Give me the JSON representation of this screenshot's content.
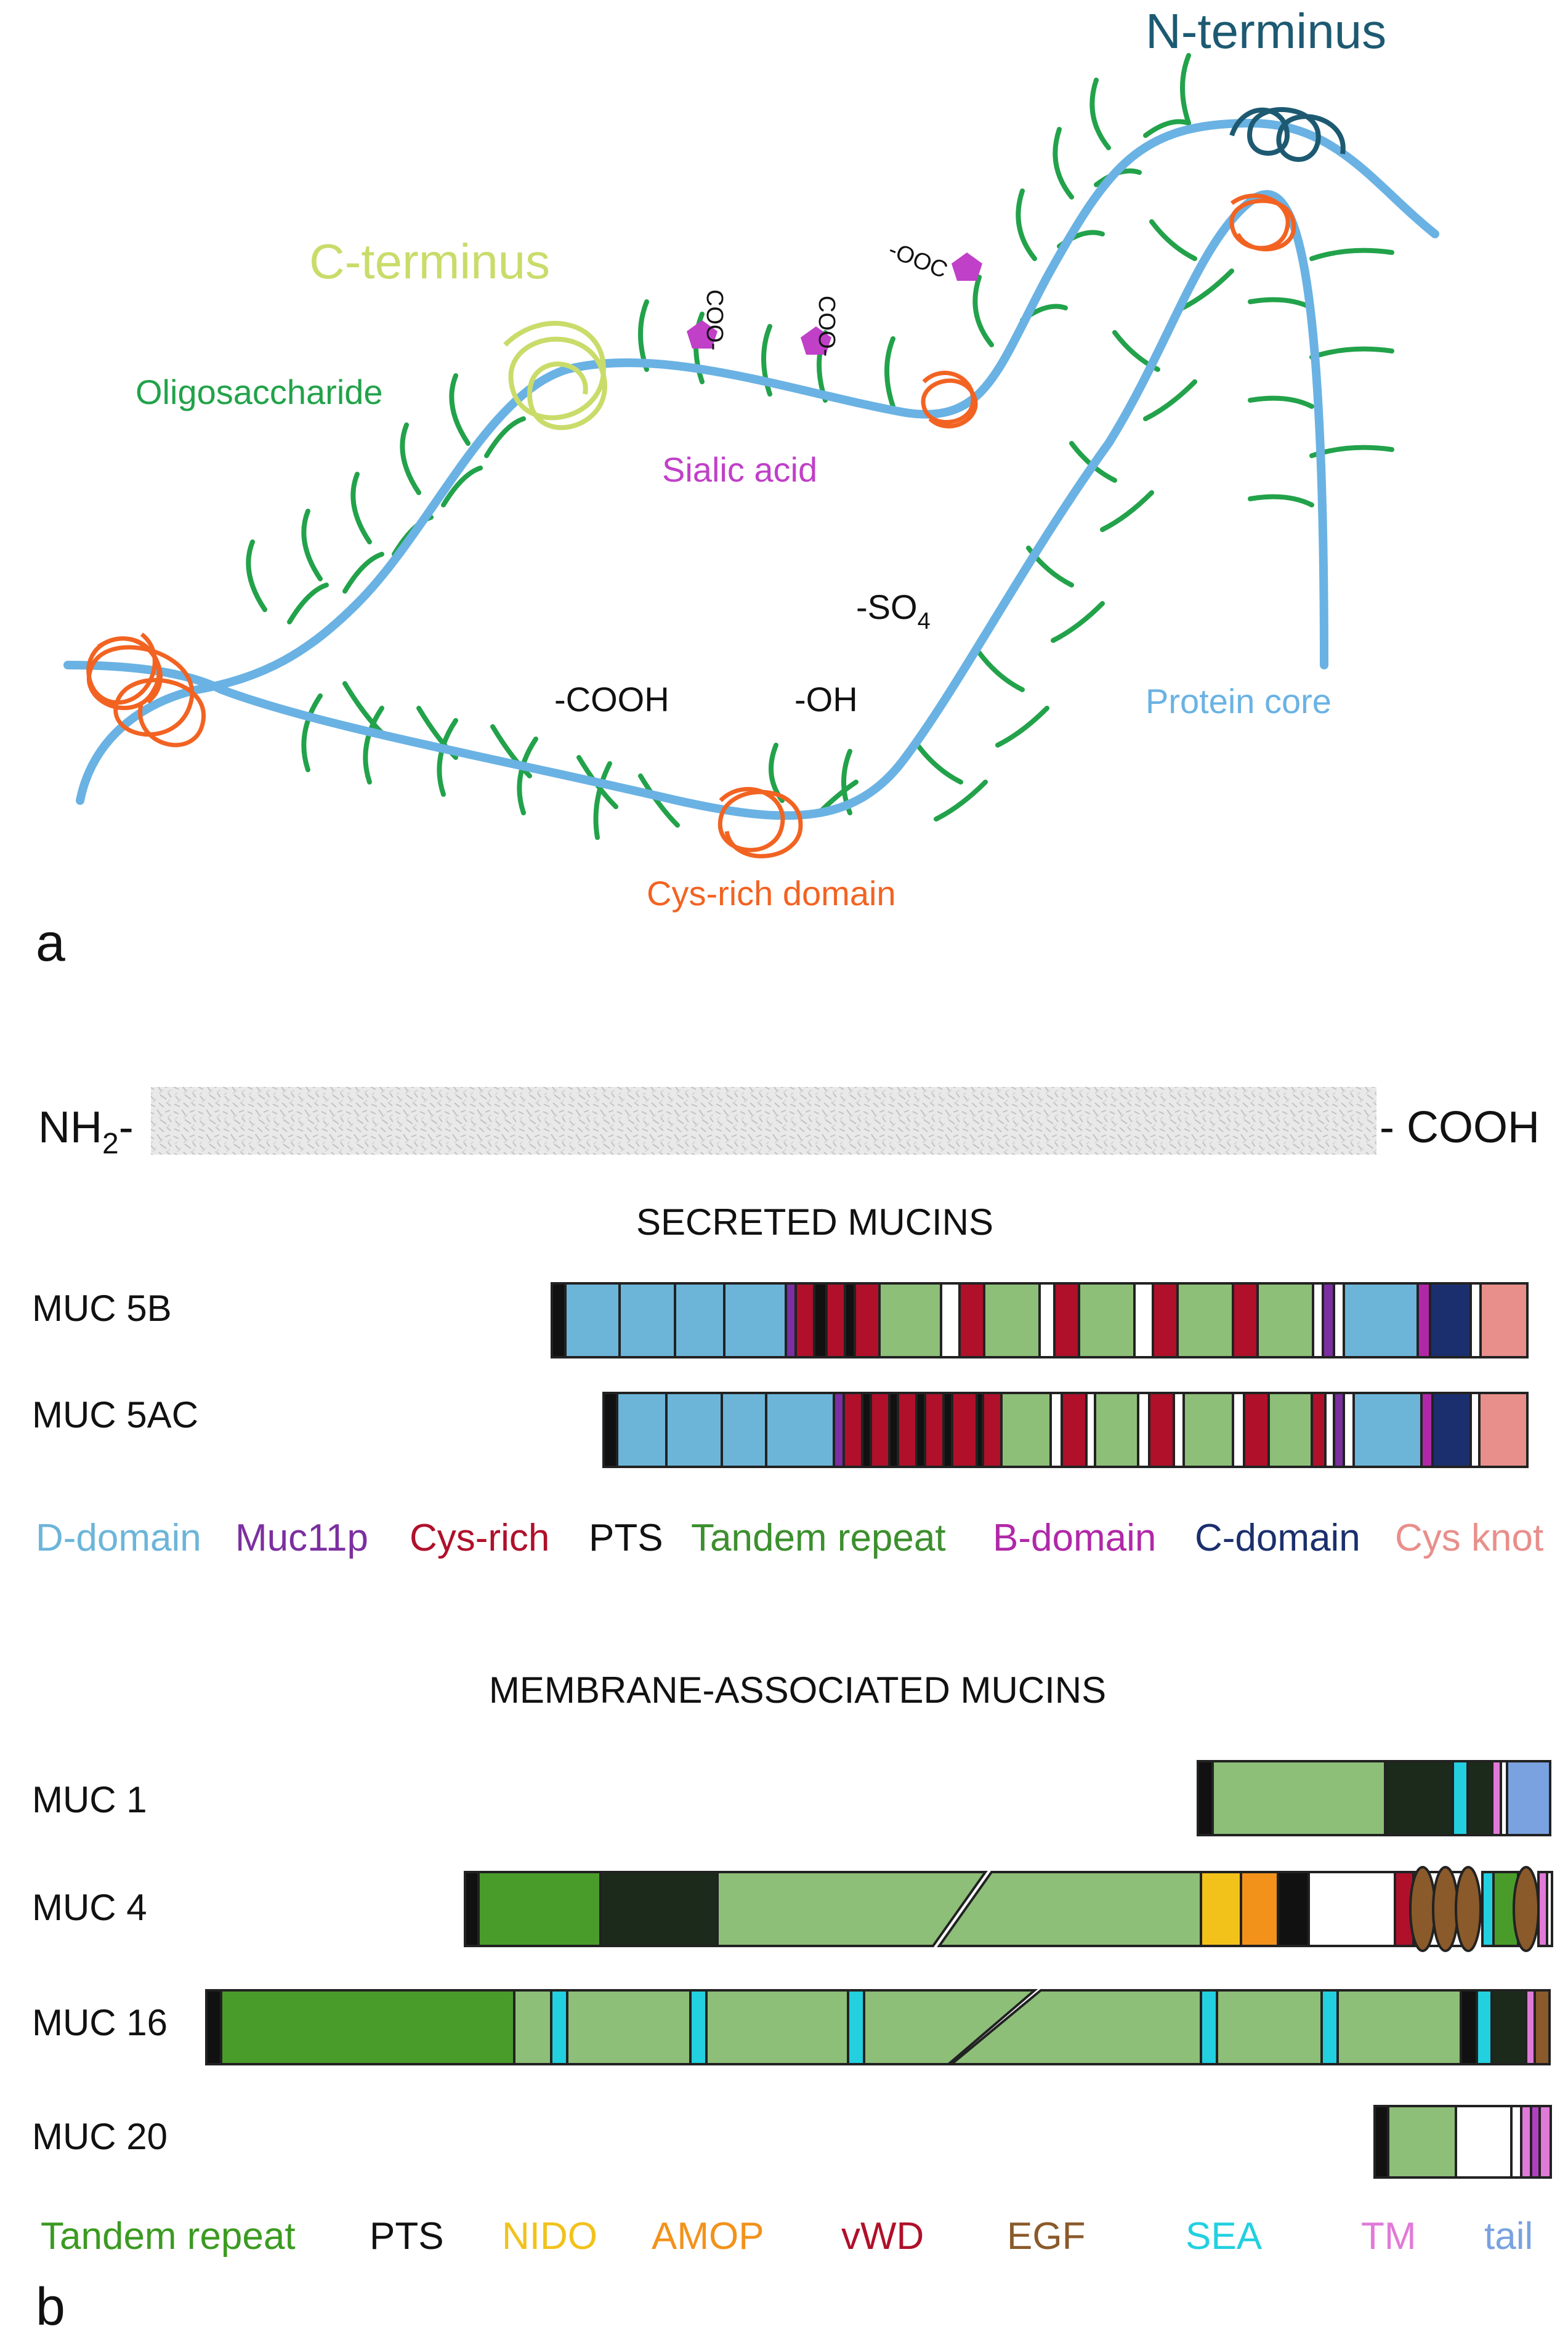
{
  "panel_a": {
    "panel_letter": "a",
    "labels": {
      "n_terminus": "N-terminus",
      "c_terminus": "C-terminus",
      "oligosaccharide": "Oligosaccharide",
      "sialic_acid": "Sialic acid",
      "protein_core": "Protein core",
      "cys_rich_domain": "Cys-rich domain",
      "cooh_group": "-COOH",
      "oh_group": "-OH",
      "so4_prefix": "-SO",
      "so4_subscript": "4",
      "coo_1": "COO-",
      "coo_2": "COO-",
      "ooc": "-OOC"
    },
    "colors": {
      "protein_core": "#6ab2e3",
      "oligosaccharide": "#22a24a",
      "cys_rich": "#f26322",
      "sialic": "#c040c8",
      "c_terminus": "#c9dc6a",
      "n_terminus": "#1d5a72"
    }
  },
  "panel_b": {
    "panel_letter": "b",
    "nh2": "NH",
    "nh2_sub": "2",
    "nh2_dash": "-",
    "cooh": "- COOH",
    "secreted": {
      "title": "SECRETED MUCINS",
      "mucins": [
        {
          "name": "MUC 5B",
          "key": "muc5b"
        },
        {
          "name": "MUC 5AC",
          "key": "muc5ac"
        }
      ],
      "legend": [
        {
          "label": "D-domain",
          "color": "#6cb5d9"
        },
        {
          "label": "Muc11p",
          "color": "#7b2fa0"
        },
        {
          "label": "Cys-rich",
          "color": "#b0102a"
        },
        {
          "label": "PTS",
          "color": "#111111"
        },
        {
          "label": "Tandem repeat",
          "color": "#3c8f2e"
        },
        {
          "label": "B-domain",
          "color": "#b028a8"
        },
        {
          "label": "C-domain",
          "color": "#1b2f6e"
        },
        {
          "label": "Cys knot",
          "color": "#e88f8b"
        }
      ]
    },
    "membrane": {
      "title": "MEMBRANE-ASSOCIATED MUCINS",
      "mucins": [
        {
          "name": "MUC 1",
          "key": "muc1"
        },
        {
          "name": "MUC 4",
          "key": "muc4"
        },
        {
          "name": "MUC 16",
          "key": "muc16"
        },
        {
          "name": "MUC 20",
          "key": "muc20"
        }
      ],
      "legend": [
        {
          "label": "Tandem repeat",
          "color": "#3c9a22"
        },
        {
          "label": "PTS",
          "color": "#111111"
        },
        {
          "label": "NIDO",
          "color": "#f2c21b"
        },
        {
          "label": "AMOP",
          "color": "#f2921b"
        },
        {
          "label": "vWD",
          "color": "#b0102a"
        },
        {
          "label": "EGF",
          "color": "#8a5a2b"
        },
        {
          "label": "SEA",
          "color": "#22d0e0"
        },
        {
          "label": "TM",
          "color": "#e07ad8"
        },
        {
          "label": "tail",
          "color": "#7aa2e0"
        }
      ]
    }
  }
}
